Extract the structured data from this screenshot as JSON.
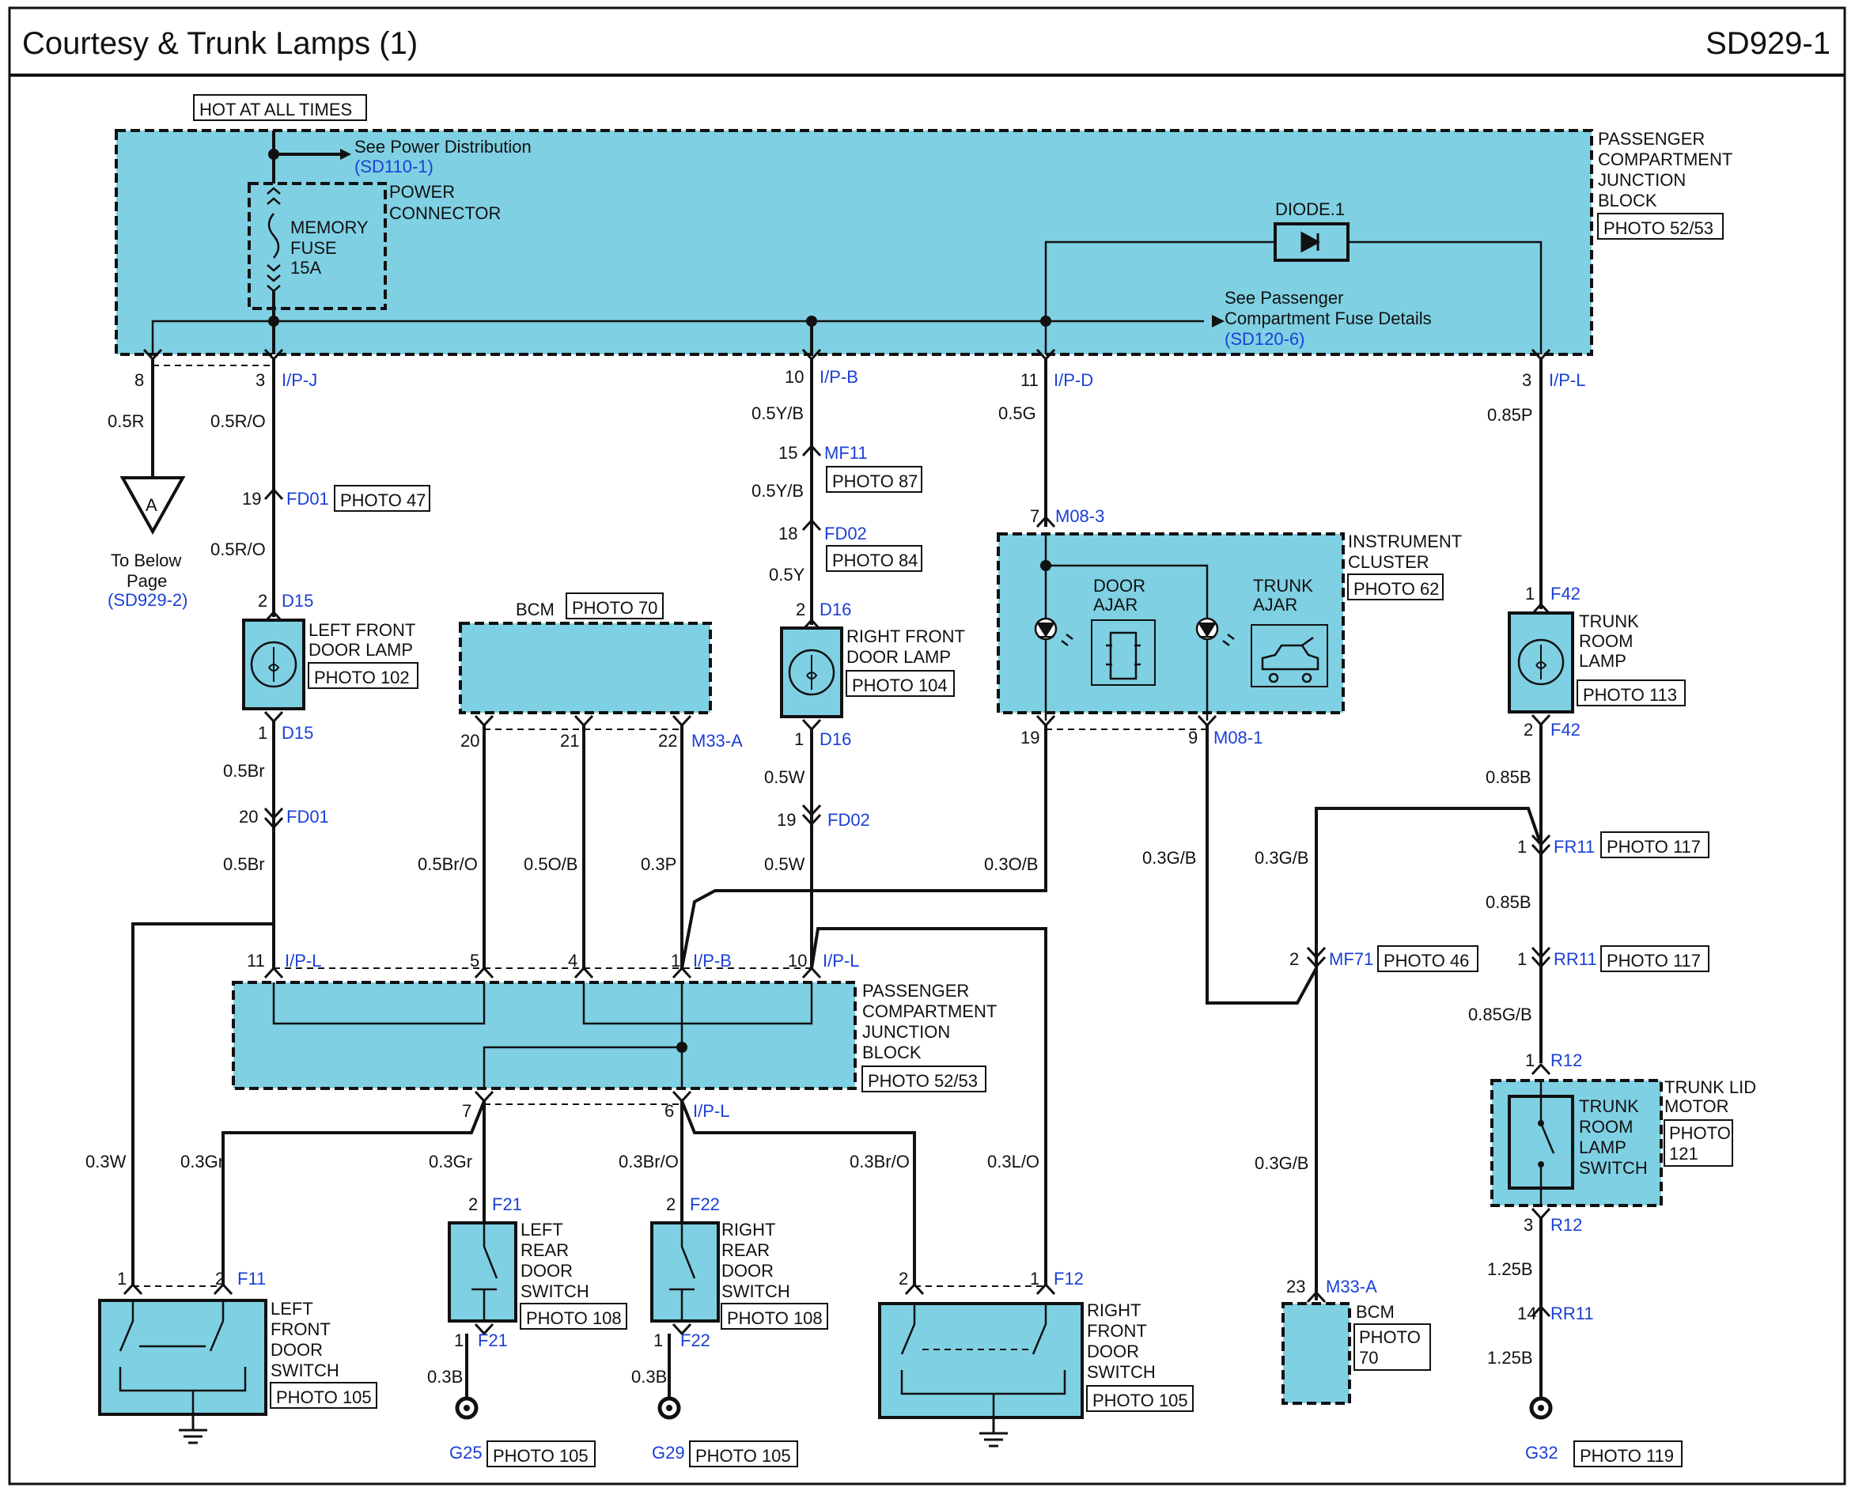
{
  "header": {
    "title": "Courtesy & Trunk Lamps (1)",
    "code": "SD929-1"
  },
  "top": {
    "hot": "HOT AT ALL TIMES",
    "see_power": "See Power Distribution",
    "see_power_ref": "(SD110-1)",
    "power_connector": [
      "POWER",
      "CONNECTOR"
    ],
    "fuse": [
      "MEMORY",
      "FUSE",
      "15A"
    ],
    "pcjb": [
      "PASSENGER",
      "COMPARTMENT",
      "JUNCTION",
      "BLOCK"
    ],
    "pcjb_photo": "PHOTO 52/53",
    "diode": "DIODE.1",
    "see_pcfd": [
      "See Passenger",
      "Compartment Fuse Details"
    ],
    "see_pcfd_ref": "(SD120-6)"
  },
  "pins_top": [
    {
      "num": "8",
      "conn": ""
    },
    {
      "num": "3",
      "conn": "I/P-J"
    },
    {
      "num": "10",
      "conn": "I/P-B"
    },
    {
      "num": "11",
      "conn": "I/P-D"
    },
    {
      "num": "3",
      "conn": "I/P-L"
    }
  ],
  "wires": {
    "w05r": "0.5R",
    "w05ro_a": "0.5R/O",
    "w05ro_b": "0.5R/O",
    "w05yb_a": "0.5Y/B",
    "w05yb_b": "0.5Y/B",
    "w05y": "0.5Y",
    "w05g": "0.5G",
    "w085p": "0.85P",
    "w05br_a": "0.5Br",
    "w05br_b": "0.5Br",
    "w05bro": "0.5Br/O",
    "w05ob": "0.5O/B",
    "w03p": "0.3P",
    "w05w_a": "0.5W",
    "w05w_b": "0.5W",
    "w03ob": "0.3O/B",
    "w03gb_a": "0.3G/B",
    "w03gb_b": "0.3G/B",
    "w03gb_c": "0.3G/B",
    "w085b_a": "0.85B",
    "w085b_b": "0.85B",
    "w085gb": "0.85G/B",
    "w03w": "0.3W",
    "w03gr_a": "0.3Gr",
    "w03gr_b": "0.3Gr",
    "w03bro_a": "0.3Br/O",
    "w03bro_b": "0.3Br/O",
    "w03lo": "0.3L/O",
    "w03b_a": "0.3B",
    "w03b_b": "0.3B",
    "w125b_a": "1.25B",
    "w125b_b": "1.25B"
  },
  "connectors": {
    "fd01_top": {
      "pin": "19",
      "name": "FD01",
      "photo": "PHOTO 47"
    },
    "d15_top": {
      "pin": "2",
      "name": "D15"
    },
    "d15_bot": {
      "pin": "1",
      "name": "D15"
    },
    "fd01_bot": {
      "pin": "20",
      "name": "FD01"
    },
    "mf11": {
      "pin": "15",
      "name": "MF11",
      "photo": "PHOTO 87"
    },
    "fd02_top": {
      "pin": "18",
      "name": "FD02",
      "photo": "PHOTO 84"
    },
    "d16_top": {
      "pin": "2",
      "name": "D16"
    },
    "d16_bot": {
      "pin": "1",
      "name": "D16"
    },
    "fd02_bot": {
      "pin": "19",
      "name": "FD02"
    },
    "m08_3": {
      "pin": "7",
      "name": "M08-3"
    },
    "m08_1": {
      "pin19": "19",
      "pin": "9",
      "name": "M08-1"
    },
    "f42_top": {
      "pin": "1",
      "name": "F42"
    },
    "f42_bot": {
      "pin": "2",
      "name": "F42"
    },
    "fr11": {
      "pin": "1",
      "name": "FR11",
      "photo": "PHOTO 117"
    },
    "rr11_top": {
      "pin": "1",
      "name": "RR11",
      "photo": "PHOTO 117"
    },
    "mf71": {
      "pin": "2",
      "name": "MF71",
      "photo": "PHOTO 46"
    },
    "r12_top": {
      "pin": "1",
      "name": "R12"
    },
    "r12_bot": {
      "pin": "3",
      "name": "R12"
    },
    "rr11_bot": {
      "pin": "14",
      "name": "RR11"
    },
    "bcm_pins": {
      "p20": "20",
      "p21": "21",
      "p22": "22",
      "name": "M33-A"
    },
    "mid_pins": {
      "p11": "11",
      "c11": "I/P-L",
      "p5": "5",
      "p4": "4",
      "p1": "1",
      "c1": "I/P-B",
      "p10": "10",
      "c10": "I/P-L"
    },
    "mid_bot": {
      "p7": "7",
      "p6": "6",
      "c6": "I/P-L"
    },
    "f11": {
      "p1": "1",
      "p2": "2",
      "name": "F11"
    },
    "f21_top": {
      "pin": "2",
      "name": "F21"
    },
    "f21_bot": {
      "pin": "1",
      "name": "F21"
    },
    "f22_top": {
      "pin": "2",
      "name": "F22"
    },
    "f22_bot": {
      "pin": "1",
      "name": "F22"
    },
    "f12": {
      "p2": "2",
      "p1": "1",
      "name": "F12"
    },
    "m33a": {
      "pin": "23",
      "name": "M33-A"
    }
  },
  "components": {
    "ref_a": {
      "letter": "A",
      "text": [
        "To Below",
        "Page"
      ],
      "ref": "(SD929-2)"
    },
    "lf_door_lamp": {
      "label": [
        "LEFT FRONT",
        "DOOR LAMP"
      ],
      "photo": "PHOTO 102"
    },
    "bcm": {
      "label": "BCM",
      "photo": "PHOTO 70"
    },
    "rf_door_lamp": {
      "label": [
        "RIGHT FRONT",
        "DOOR LAMP"
      ],
      "photo": "PHOTO 104"
    },
    "cluster": {
      "label": [
        "INSTRUMENT",
        "CLUSTER"
      ],
      "photo": "PHOTO 62",
      "door_ajar": [
        "DOOR",
        "AJAR"
      ],
      "trunk_ajar": [
        "TRUNK",
        "AJAR"
      ]
    },
    "trunk_room_lamp": {
      "label": [
        "TRUNK",
        "ROOM",
        "LAMP"
      ],
      "photo": "PHOTO 113"
    },
    "pcjb2": {
      "label": [
        "PASSENGER",
        "COMPARTMENT",
        "JUNCTION",
        "BLOCK"
      ],
      "photo": "PHOTO 52/53"
    },
    "trunk_lid_motor": {
      "label": [
        "TRUNK LID",
        "MOTOR"
      ],
      "photo": [
        "PHOTO",
        "121"
      ],
      "switch": [
        "TRUNK",
        "ROOM",
        "LAMP",
        "SWITCH"
      ]
    },
    "lf_door_switch": {
      "label": [
        "LEFT",
        "FRONT",
        "DOOR",
        "SWITCH"
      ],
      "photo": "PHOTO 105"
    },
    "lr_door_switch": {
      "label": [
        "LEFT",
        "REAR",
        "DOOR",
        "SWITCH"
      ],
      "photo": "PHOTO 108"
    },
    "rr_door_switch": {
      "label": [
        "RIGHT",
        "REAR",
        "DOOR",
        "SWITCH"
      ],
      "photo": "PHOTO 108"
    },
    "rf_door_switch": {
      "label": [
        "RIGHT",
        "FRONT",
        "DOOR",
        "SWITCH"
      ],
      "photo": "PHOTO 105"
    },
    "bcm2": {
      "label": "BCM",
      "photo": [
        "PHOTO",
        "70"
      ]
    }
  },
  "grounds": {
    "g25": {
      "name": "G25",
      "photo": "PHOTO 105"
    },
    "g29": {
      "name": "G29",
      "photo": "PHOTO 105"
    },
    "g32": {
      "name": "G32",
      "photo": "PHOTO 119"
    }
  }
}
